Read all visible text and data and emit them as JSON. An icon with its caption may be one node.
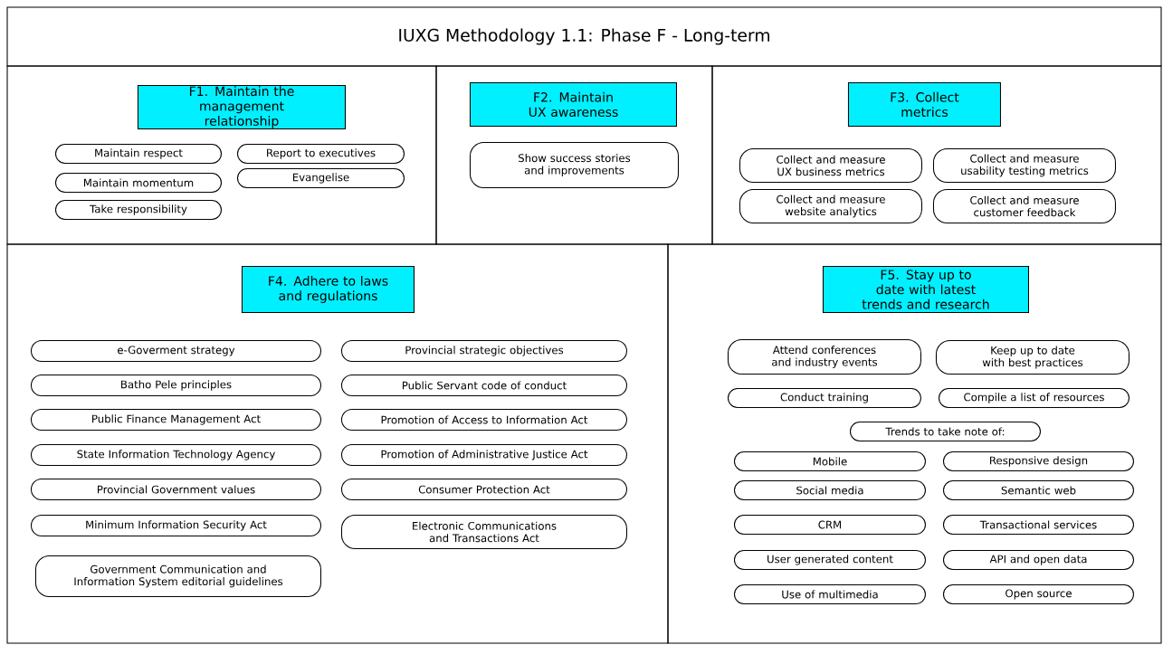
{
  "diagram": {
    "title": "IUXG Methodology 1.1: Phase F -  Long-term",
    "nodes": [
      {
        "text": [],
        "shape": "box"
      },
      {
        "text": [
          "F1. Maintain the management relationship"
        ],
        "in": 0
      },
      {
        "text": [
          "Maintain respect"
        ],
        "in": 0
      },
      {
        "text": [
          "Report to executives"
        ],
        "in": 0
      },
      {
        "text": [
          "Maintain momentum"
        ],
        "in": 0
      },
      {
        "text": [
          "Evangelise"
        ],
        "in": 0
      },
      {
        "text": [
          "Take responsibility"
        ],
        "in": 0
      },
      {
        "text": [],
        "shape": "box"
      },
      {
        "text": [
          "F2. Maintain UX awareness"
        ],
        "in": 7
      },
      {
        "text": [
          "Show success stories and improvements"
        ],
        "in": 7
      },
      {
        "text": [],
        "shape": "box"
      },
      {
        "text": [
          "F3. Collect metrics"
        ],
        "in": 10
      },
      {
        "text": [
          "Collect and measure UX business metrics"
        ],
        "in": 10
      },
      {
        "text": [
          "Collect and measure usability testing metrics"
        ],
        "in": 10
      },
      {
        "text": [
          "Collect and measure website analytics"
        ],
        "in": 10
      },
      {
        "text": [
          "Collect and measure customer feedback"
        ],
        "in": 10
      },
      {
        "text": [],
        "shape": "box"
      },
      {
        "text": [
          "F4. Adhere to laws and regulations"
        ],
        "in": 16
      },
      {
        "text": [
          "e-Goverment strategy"
        ],
        "in": 16
      },
      {
        "text": [
          "Provincial strategic objectives"
        ],
        "in": 16
      },
      {
        "text": [
          "Batho Pele principles"
        ],
        "in": 16
      },
      {
        "text": [
          "Public Servant code of conduct"
        ],
        "in": 16
      },
      {
        "text": [
          "Public Finance Management Act"
        ],
        "in": 16
      },
      {
        "text": [
          "Promotion of Access to Information Act"
        ],
        "in": 16
      },
      {
        "text": [
          "State Information Technology Agency"
        ],
        "in": 16
      },
      {
        "text": [
          "Promotion of Administrative Justice Act"
        ],
        "in": 16
      },
      {
        "text": [
          "Provincial Government values"
        ],
        "in": 16
      },
      {
        "text": [
          "Consumer Protection Act"
        ],
        "in": 16
      },
      {
        "text": [
          "Minimum Information Security Act"
        ],
        "in": 16
      },
      {
        "text": [
          "Electronic Communications and Transactions Act"
        ],
        "in": 16
      },
      {
        "text": [
          "Government Communication and Information System editorial guidelines"
        ],
        "in": 16
      },
      {
        "text": [],
        "shape": "box"
      },
      {
        "text": [
          "F5. Stay up to date with latest trends and research"
        ],
        "in": 31
      },
      {
        "text": [
          "Attend conferences and industry events"
        ],
        "in": 31
      },
      {
        "text": [
          "Keep up to date with best practices"
        ],
        "in": 31
      },
      {
        "text": [
          "Conduct training"
        ],
        "in": 31
      },
      {
        "text": [
          "Compile a list of resources"
        ],
        "in": 31
      },
      {
        "text": [
          "Trends to take note of:"
        ],
        "in": 31
      },
      {
        "text": [
          "Mobile"
        ],
        "in": 31
      },
      {
        "text": [
          "Responsive design"
        ],
        "in": 31
      },
      {
        "text": [
          "Social media"
        ],
        "in": 31
      },
      {
        "text": [
          "Semantic web"
        ],
        "in": 31
      },
      {
        "text": [
          "CRM"
        ],
        "in": 31
      },
      {
        "text": [
          "Transactional services"
        ],
        "in": 31
      },
      {
        "text": [
          "User generated content"
        ],
        "in": 31
      },
      {
        "text": [
          "API and open data"
        ],
        "in": 31
      },
      {
        "text": [
          "Use of multimedia"
        ],
        "in": 31
      },
      {
        "text": [
          "Open source"
        ],
        "in": 31
      }
    ]
  }
}
